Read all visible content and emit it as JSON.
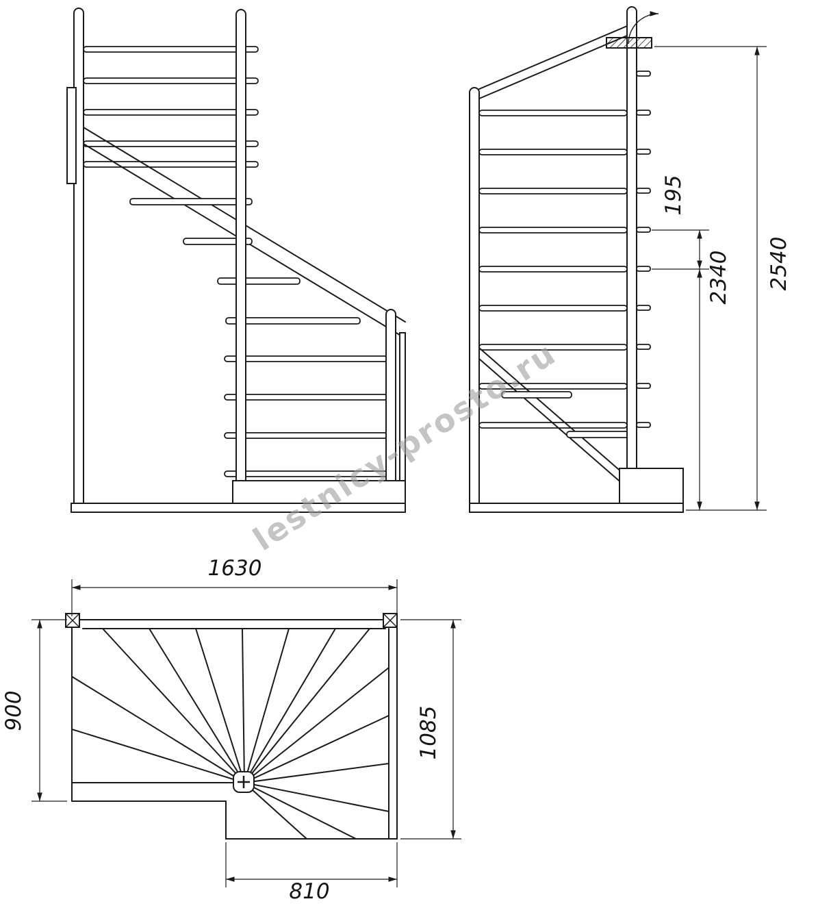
{
  "watermark": {
    "text": "lestnicy-prosto.ru"
  },
  "dimensions": {
    "step_rise": "195",
    "railing_height": "2340",
    "total_height": "2540",
    "plan_length": "1630",
    "plan_side_left": "900",
    "plan_side_right": "1085",
    "lower_flight_width": "810"
  },
  "colors": {
    "line": "#1a1a1a",
    "watermark": "#9e9e9e",
    "background": "#ffffff"
  }
}
